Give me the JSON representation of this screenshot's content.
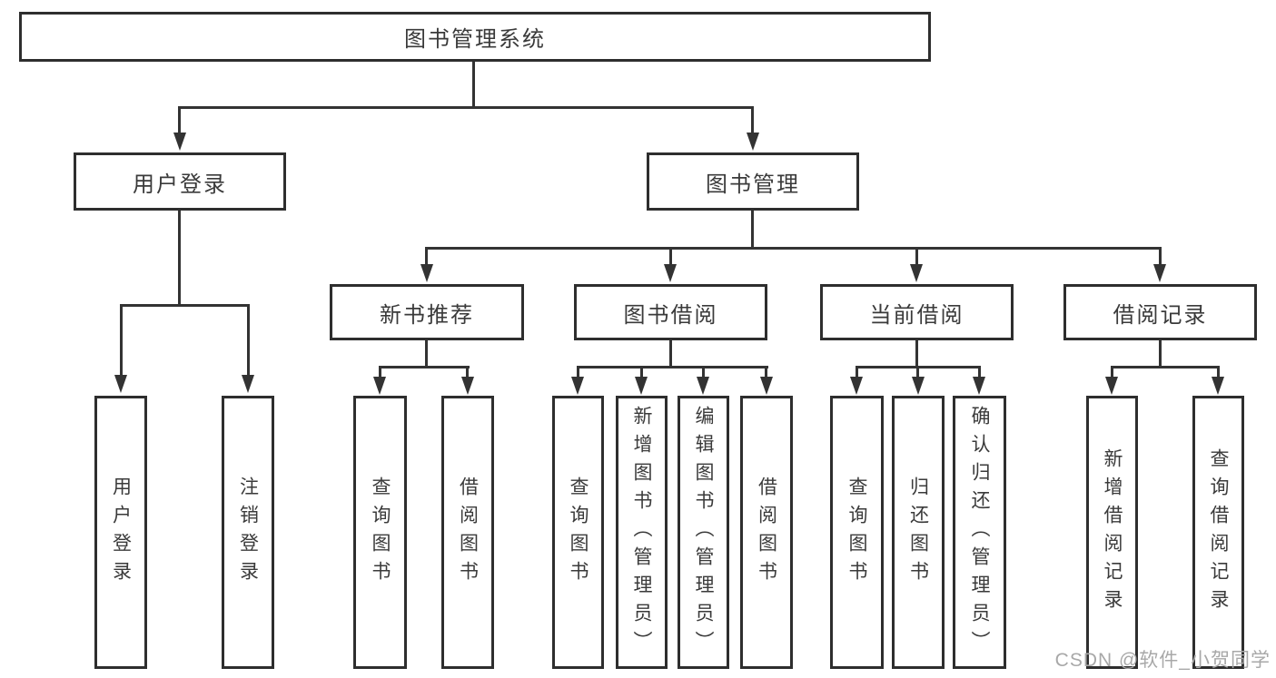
{
  "nodes": {
    "root": {
      "label": "图书管理系统"
    },
    "user_login": {
      "label": "用户登录"
    },
    "book_mgmt": {
      "label": "图书管理"
    },
    "new_book_rec": {
      "label": "新书推荐"
    },
    "book_borrow": {
      "label": "图书借阅"
    },
    "current_borrow": {
      "label": "当前借阅"
    },
    "borrow_records": {
      "label": "借阅记录"
    },
    "leaf_user_login": {
      "label": "用户登录"
    },
    "leaf_logout": {
      "label": "注销登录"
    },
    "leaf_rec_query_book": {
      "label": "查询图书"
    },
    "leaf_rec_borrow_book": {
      "label": "借阅图书"
    },
    "leaf_bb_query_book": {
      "label": "查询图书"
    },
    "leaf_bb_add_book": {
      "label": "新增图书（管理员）"
    },
    "leaf_bb_edit_book": {
      "label": "编辑图书（管理员）"
    },
    "leaf_bb_borrow_book": {
      "label": "借阅图书"
    },
    "leaf_cb_query_book": {
      "label": "查询图书"
    },
    "leaf_cb_return_book": {
      "label": "归还图书"
    },
    "leaf_cb_confirm_return": {
      "label": "确认归还（管理员）"
    },
    "leaf_br_add_record": {
      "label": "新增借阅记录"
    },
    "leaf_br_query_record": {
      "label": "查询借阅记录"
    }
  },
  "watermark": {
    "text": "CSDN @软件_小贺同学"
  },
  "colors": {
    "background": "#ffffff",
    "box_border": "#2e2e2e",
    "connector_line": "#333333",
    "text": "#3a3a3a",
    "watermark_text": "#a8a8a8"
  }
}
